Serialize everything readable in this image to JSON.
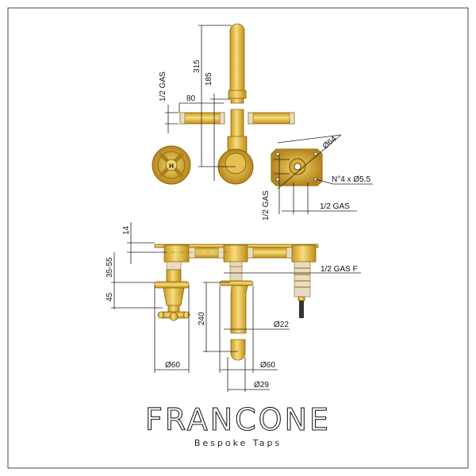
{
  "drawing": {
    "top_view": {
      "dim_height_total": "315",
      "dim_height_outlet": "185",
      "dim_pipe_length": "80",
      "dim_pipe_thread": "1/2 GAS",
      "dim_flange_diameter": "Ø64",
      "dim_screw_holes": "N°4 x Ø5.5",
      "dim_flange_thread_v": "1/2 GAS",
      "dim_flange_thread_h": "1/2 GAS",
      "handle_letter": "H"
    },
    "side_view": {
      "dim_plate": "14",
      "dim_wall_depth": "35-55",
      "dim_handle_height": "45",
      "dim_spout_length": "240",
      "dim_spout_diameter": "Ø22",
      "dim_handle_rosette": "Ø60",
      "dim_spout_rosette": "Ø60",
      "dim_spout_end": "Ø29",
      "dim_outlet_thread": "1/2 GAS F"
    }
  },
  "brand": {
    "name": "FRANCONE",
    "tagline": "Bespoke Taps"
  },
  "colors": {
    "gold": "#e8c04a",
    "border": "#444444"
  }
}
